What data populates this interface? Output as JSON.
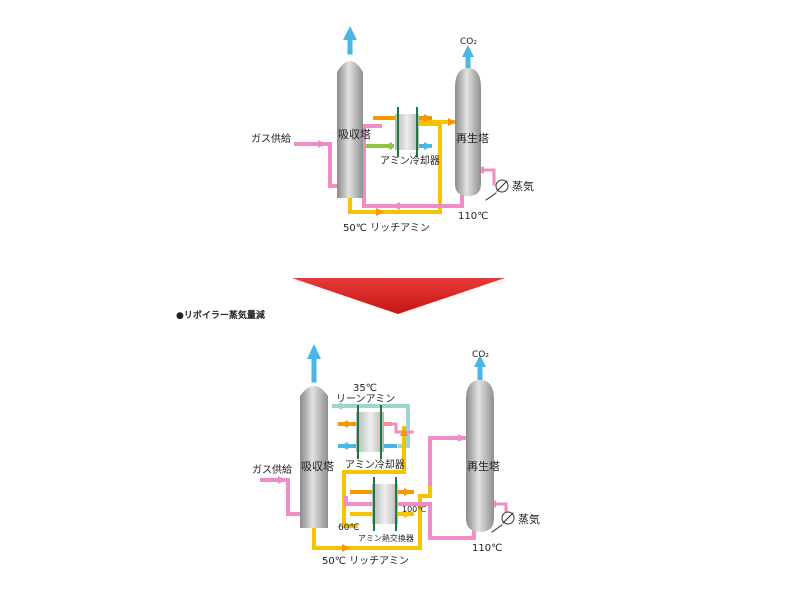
{
  "top": {
    "co2": "CO₂",
    "absorber": "吸収塔",
    "regenerator": "再生塔",
    "gas_supply": "ガス供給",
    "cooler": "アミン冷却器",
    "steam": "蒸気",
    "temp_bottom_regen": "110℃",
    "rich_amine": "50℃ リッチアミン"
  },
  "heading": "●リボイラー蒸気量減",
  "bottom": {
    "co2": "CO₂",
    "absorber": "吸収塔",
    "regenerator": "再生塔",
    "gas_supply": "ガス供給",
    "lean_temp": "35℃",
    "lean_amine": "リーンアミン",
    "cooler": "アミン冷却器",
    "heat_exchanger": "アミン熱交換器",
    "temp_60": "60℃",
    "temp_100": "100℃",
    "temp_110": "110℃",
    "steam": "蒸気",
    "rich_amine": "50℃ リッチアミン"
  },
  "colors": {
    "pink": "#f08cc8",
    "yellow": "#f5c400",
    "orange": "#f39800",
    "cyan": "#49b7e6",
    "green": "#8cc63f",
    "teal": "#9bd6cf",
    "arrow_red": "#e02828",
    "tower": "#a6a6a6"
  }
}
